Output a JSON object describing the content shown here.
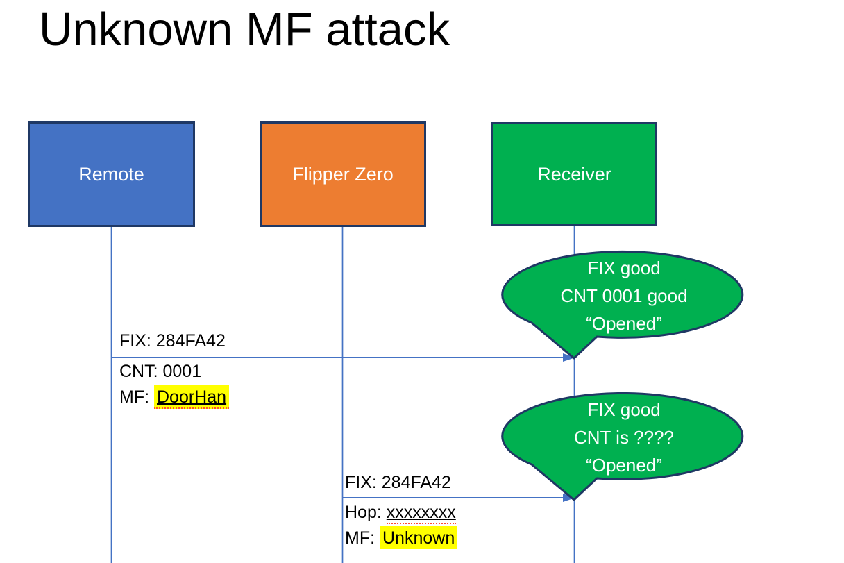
{
  "title": "Unknown MF attack",
  "actors": {
    "remote": {
      "label": "Remote",
      "fill": "#4472C4"
    },
    "flipper": {
      "label": "Flipper Zero",
      "fill": "#ED7D31"
    },
    "receiver": {
      "label": "Receiver",
      "fill": "#00B050"
    }
  },
  "colors": {
    "shape_border": "#1F3864",
    "lifeline_and_arrow": "#4472C4",
    "callout_fill": "#00B050",
    "highlight": "#FFFF00",
    "spellcheck_squiggle": "#FF4B33",
    "text": "#000000",
    "shape_text": "#FFFFFF"
  },
  "messages": {
    "remote_to_receiver": {
      "fix": "FIX: 284FA42",
      "cnt": "CNT: 0001",
      "mf_label": "MF: ",
      "mf_value": "DoorHan"
    },
    "flipper_to_receiver": {
      "fix": "FIX: 284FA42",
      "hop_label": "Hop: ",
      "hop_value": "xxxxxxxx",
      "mf_label": "MF: ",
      "mf_value": "Unknown"
    }
  },
  "callouts": {
    "first": {
      "line1": "FIX good",
      "line2": "CNT 0001 good",
      "line3": "“Opened”"
    },
    "second": {
      "line1": "FIX good",
      "line2": "CNT is ????",
      "line3": "“Opened”"
    }
  }
}
